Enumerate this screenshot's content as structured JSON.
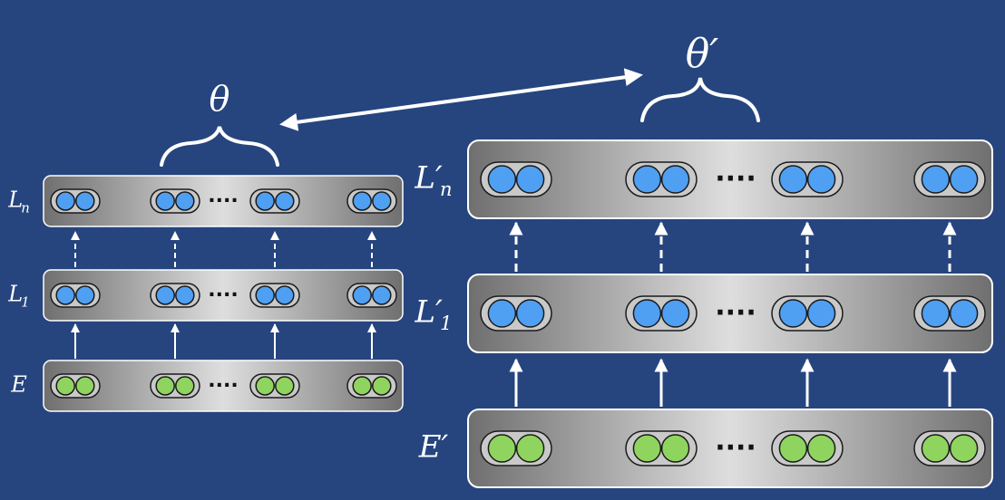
{
  "colors": {
    "background": "#26457f",
    "layer_fill_center": "#dedede",
    "layer_fill_edge": "#6f6f6f",
    "hidden_unit": "#4f9ff2",
    "embedding_unit": "#8fd45f",
    "arrow": "#ffffff"
  },
  "left_model": {
    "param_label": "θ",
    "layers": [
      {
        "label_base": "L",
        "label_sub": "n",
        "unit_type": "hidden"
      },
      {
        "label_base": "L",
        "label_sub": "1",
        "unit_type": "hidden"
      },
      {
        "label_base": "E",
        "label_sub": "",
        "unit_type": "embedding"
      }
    ],
    "ellipsis": "····"
  },
  "right_model": {
    "param_label": "θ′",
    "layers": [
      {
        "label_base": "L′",
        "label_sub": "n",
        "unit_type": "hidden"
      },
      {
        "label_base": "L′",
        "label_sub": "1",
        "unit_type": "hidden"
      },
      {
        "label_base": "E′",
        "label_sub": "",
        "unit_type": "embedding"
      }
    ],
    "ellipsis": "····"
  }
}
